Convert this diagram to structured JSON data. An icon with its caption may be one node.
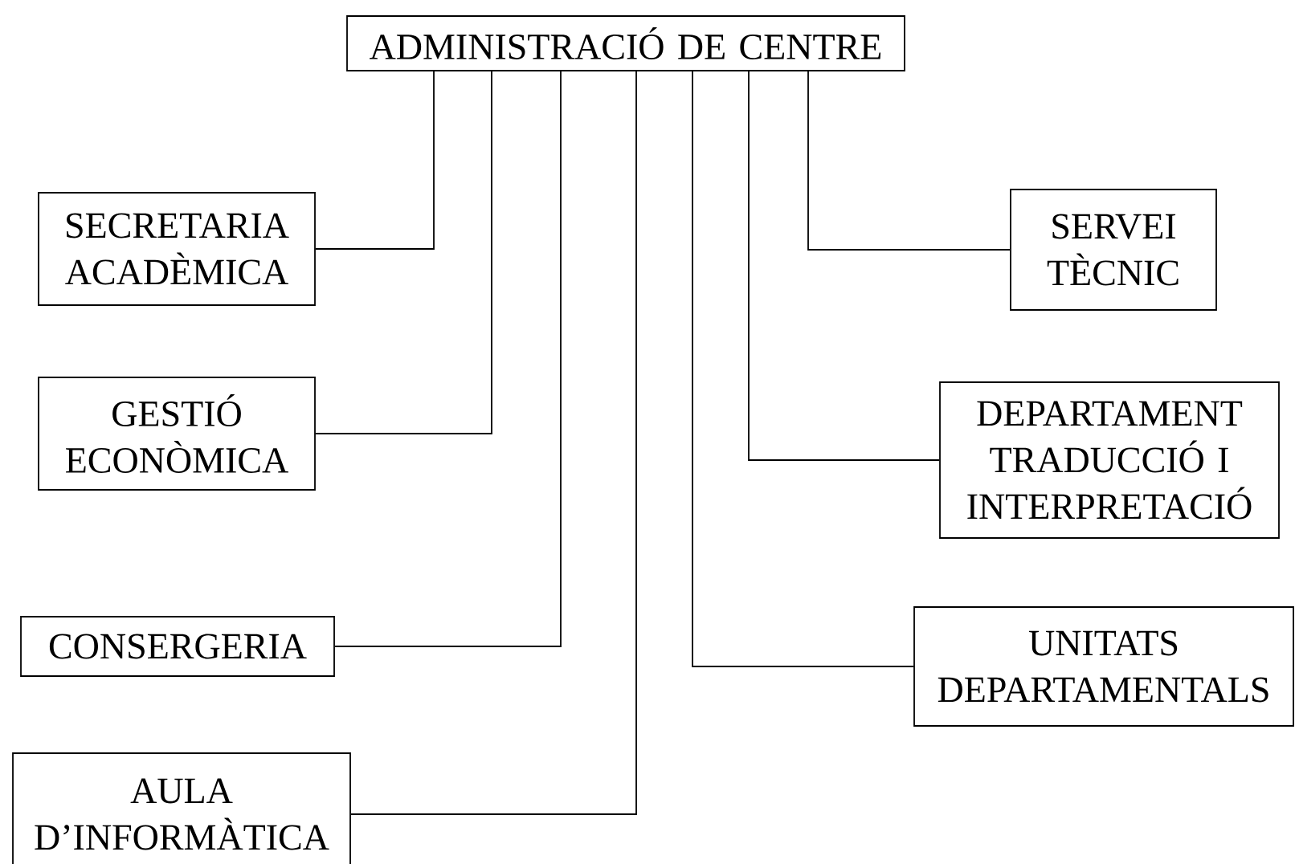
{
  "diagram": {
    "nodes": [
      {
        "text": [
          "ADMINISTRACIÓ DE CENTRE"
        ]
      },
      {
        "text": [
          "SECRETARIA ACADÈMICA"
        ]
      },
      {
        "text": [
          "GESTIÓ ECONÒMICA"
        ]
      },
      {
        "text": [
          "CONSERGERIA"
        ]
      },
      {
        "text": [
          "AULA D’INFORMÀTICA"
        ]
      },
      {
        "text": [
          "SERVEI TÈCNIC"
        ]
      },
      {
        "text": [
          "DEPARTAMENT TRADUCCIÓ I INTERPRETACIÓ"
        ]
      },
      {
        "text": [
          "UNITATS DEPARTAMENTALS"
        ]
      }
    ],
    "edges": [
      {
        "from": 0,
        "to": 1,
        "arrow": "none"
      },
      {
        "from": 0,
        "to": 2,
        "arrow": "none"
      },
      {
        "from": 0,
        "to": 3,
        "arrow": "none"
      },
      {
        "from": 0,
        "to": 4,
        "arrow": "none"
      },
      {
        "from": 0,
        "to": 7,
        "arrow": "none"
      },
      {
        "from": 0,
        "to": 6,
        "arrow": "none"
      },
      {
        "from": 0,
        "to": 5,
        "arrow": "none"
      }
    ]
  }
}
